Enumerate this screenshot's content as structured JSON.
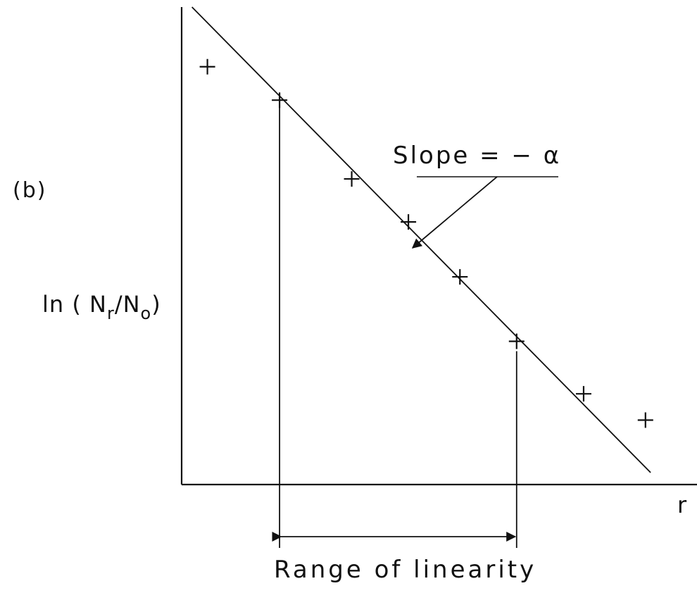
{
  "panel_label": "(b)",
  "chart_data": {
    "type": "scatter",
    "xlabel": "r",
    "ylabel_main": "ln ( N",
    "ylabel_sub1": "r",
    "ylabel_mid": "/N",
    "ylabel_sub2": "o",
    "ylabel_tail": ")",
    "xlim": [
      0,
      10
    ],
    "ylim": [
      0,
      10
    ],
    "grid": false,
    "x_ticks": false,
    "y_ticks": false,
    "points": [
      {
        "x": 0.5,
        "y": 8.75
      },
      {
        "x": 1.9,
        "y": 8.05
      },
      {
        "x": 3.3,
        "y": 6.4
      },
      {
        "x": 4.4,
        "y": 5.5
      },
      {
        "x": 5.4,
        "y": 4.35
      },
      {
        "x": 6.5,
        "y": 3.0
      },
      {
        "x": 7.8,
        "y": 1.9
      },
      {
        "x": 9.0,
        "y": 1.35
      }
    ],
    "fit_line": {
      "x1": 0.2,
      "y1": 10.0,
      "x2": 9.1,
      "y2": 0.25
    },
    "linear_range": [
      1.9,
      6.5
    ],
    "annotations": {
      "slope": "Slope = − α",
      "range": "Range of linearity"
    }
  }
}
